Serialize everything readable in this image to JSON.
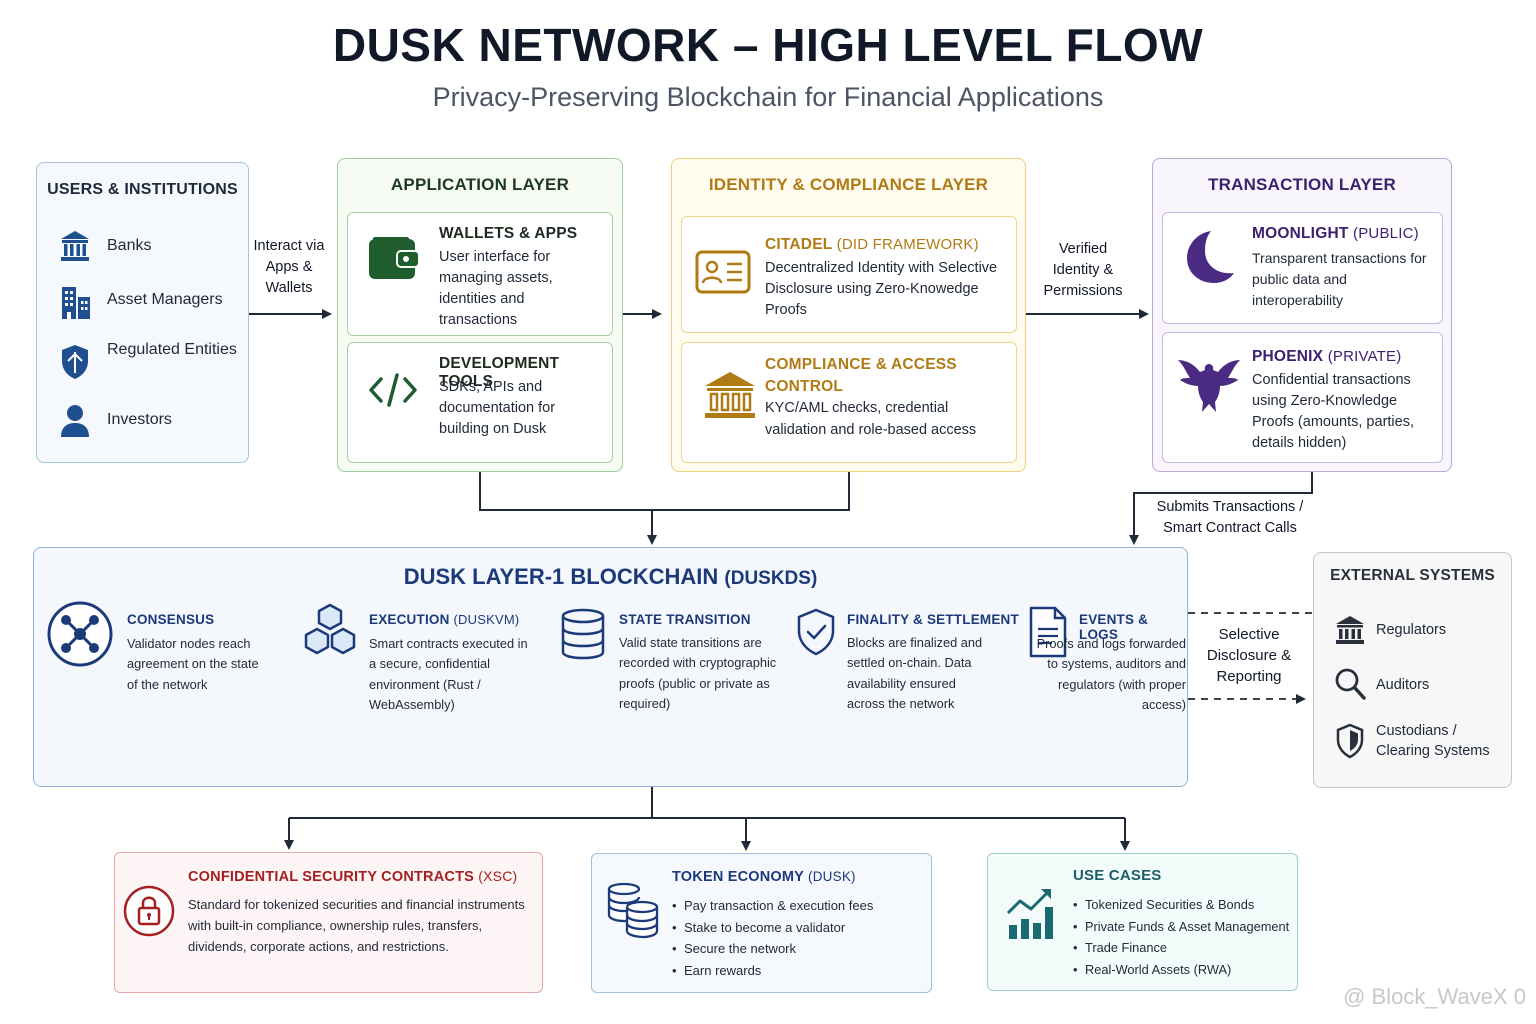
{
  "title": "DUSK NETWORK – HIGH LEVEL FLOW",
  "subtitle": "Privacy-Preserving Blockchain for Financial Applications",
  "users": {
    "title": "USERS & INSTITUTIONS",
    "items": [
      {
        "label": "Banks",
        "icon": "bank-icon"
      },
      {
        "label": "Asset Managers",
        "icon": "buildings-icon"
      },
      {
        "label": "Regulated Entities",
        "icon": "shield-icon"
      },
      {
        "label": "Investors",
        "icon": "person-icon"
      }
    ]
  },
  "flow_labels": {
    "interact": "Interact via Apps & Wallets",
    "verified": "Verified Identity & Permissions",
    "submits": "Submits Transactions / Smart Contract Calls",
    "disclosure": "Selective Disclosure & Reporting"
  },
  "application": {
    "title": "APPLICATION LAYER",
    "cards": [
      {
        "title": "WALLETS & APPS",
        "text": "User interface for managing assets, identities and transactions",
        "icon": "wallet-icon"
      },
      {
        "title": "DEVELOPMENT TOOLS",
        "text": "SDKs, APIs and documentation for building on Dusk",
        "icon": "code-icon"
      }
    ]
  },
  "identity": {
    "title": "IDENTITY & COMPLIANCE LAYER",
    "cards": [
      {
        "title": "CITADEL",
        "title_sub": "(DID FRAMEWORK)",
        "text": "Decentralized Identity with Selective Disclosure using Zero-Knowedge Proofs",
        "icon": "id-card-icon"
      },
      {
        "title": "COMPLIANCE & ACCESS CONTROL",
        "text": "KYC/AML checks, credential validation and role-based access",
        "icon": "institution-icon"
      }
    ]
  },
  "transaction": {
    "title": "TRANSACTION LAYER",
    "cards": [
      {
        "title": "MOONLIGHT",
        "title_sub": "(PUBLIC)",
        "text": "Transparent transactions for public data and interoperability",
        "icon": "moon-icon"
      },
      {
        "title": "PHOENIX",
        "title_sub": "(PRIVATE)",
        "text": "Confidential transactions using Zero-Knowledge Proofs (amounts, parties, details hidden)",
        "icon": "phoenix-icon"
      }
    ]
  },
  "blockchain": {
    "title": "DUSK LAYER-1 BLOCKCHAIN",
    "title_sub": "(DUSKDS)",
    "steps": [
      {
        "title": "CONSENSUS",
        "title_sub": "",
        "text": "Validator nodes reach agreement on the state of the network",
        "icon": "network-icon"
      },
      {
        "title": "EXECUTION",
        "title_sub": "(DUSKVM)",
        "text": "Smart contracts executed in a secure, confidential environment (Rust / WebAssembly)",
        "icon": "cubes-icon"
      },
      {
        "title": "STATE TRANSITION",
        "title_sub": "",
        "text": "Valid state transitions are recorded with cryptographic proofs (public or private as required)",
        "icon": "database-icon"
      },
      {
        "title": "FINALITY & SETTLEMENT",
        "title_sub": "",
        "text": "Blocks are finalized and settled on-chain. Data availability ensured across the network",
        "icon": "shield-check-icon"
      },
      {
        "title": "EVENTS & LOGS",
        "title_sub": "",
        "text": "Proofs and logs forwarded to systems, auditors and regulators (with proper access)",
        "icon": "document-icon"
      }
    ]
  },
  "external": {
    "title": "EXTERNAL SYSTEMS",
    "items": [
      {
        "label": "Regulators",
        "icon": "bank-icon"
      },
      {
        "label": "Auditors",
        "icon": "magnifier-icon"
      },
      {
        "label": "Custodians / Clearing Systems",
        "icon": "shield-icon"
      }
    ]
  },
  "xsc": {
    "title": "CONFIDENTIAL SECURITY CONTRACTS",
    "title_sub": "(XSC)",
    "text": "Standard for tokenized securities and financial instruments with built-in compliance, ownership rules, transfers, dividends, corporate actions, and restrictions.",
    "icon": "lock-icon"
  },
  "token": {
    "title": "TOKEN ECONOMY",
    "title_sub": "(DUSK)",
    "bullets": [
      "Pay transaction & execution fees",
      "Stake to become a validator",
      "Secure the network",
      "Earn rewards"
    ],
    "icon": "coins-icon"
  },
  "use_cases": {
    "title": "USE CASES",
    "bullets": [
      "Tokenized Securities & Bonds",
      "Private Funds & Asset Management",
      "Trade Finance",
      "Real-World Assets (RWA)"
    ],
    "icon": "growth-chart-icon"
  },
  "watermark": "@ Block_WaveX 0",
  "colors": {
    "blue": "#1c3a7a",
    "green": "#1f5c2e",
    "gold": "#b07b14",
    "purple": "#3c1f6e",
    "red": "#a32020",
    "teal": "#1a5e68"
  }
}
